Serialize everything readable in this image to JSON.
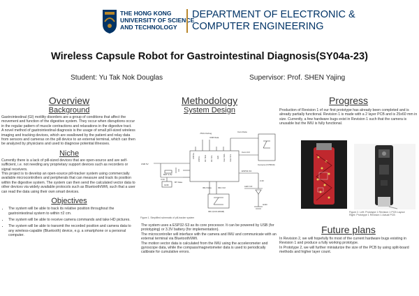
{
  "header": {
    "university_line1": "THE HONG KONG",
    "university_line2": "UNIVERSITY OF SCIENCE",
    "university_line3": "AND TECHNOLOGY",
    "department_line1": "DEPARTMENT OF ELECTRONIC &",
    "department_line2": "COMPUTER ENGINEERING"
  },
  "title": "Wireless Capsule Robot for Gastrointestinal Diagnosis(SY04a-23)",
  "student": "Student: Yu Tak Nok Douglas",
  "supervisor": "Supervisor: Prof. SHEN Yajing",
  "overview": {
    "heading": "Overview",
    "background_heading": "Background",
    "background_p1": "Gastrointestinal (GI) motility disorders are a group of conditions that affect the movement and function of the digestive system. They occur when disruptions occur in the regular pattern of muscle contractions and relaxations in the digestive tract.",
    "background_p2": "A novel method of gastrointestinal diagnosis is the usage of small pill-sized wireless imaging and tracking devices, which are swallowed by the patient and relay data from sensors and cameras on the pill device to an external terminal, which can then be analyzed by physicians and used to diagnose potential illnesses.",
    "niche_heading": "Niche",
    "niche_p1": "Currently there is a lack of pill-sized devices that are open-source and are self-sufficient, i.e. not needing any proprietary support devices such as recorders or signal receivers.",
    "niche_p2": "This project is to develop an open-source pill-tracker system using commercially available microcontrollers and peripherals that can measure and track its position within the digestive system. The system can then send the calculated vector data to other devices via widely available protocols such as Bluetooth/Wifi, such that a user can read the data using their own smart devices.",
    "objectives_heading": "Objectives",
    "objectives": [
      "The system will be able to track its relative position throughout the gastrointestinal system to within ±2 cm.",
      "The system will be able to receive camera commands and take HD pictures.",
      "The system will be able to transmit the recorded position and camera data to any wireless-capable (Bluetooth) device, e.g. a smartphone or a personal computer."
    ]
  },
  "methodology": {
    "heading": "Methodology",
    "system_design_heading": "System Design",
    "diagram_caption": "Figure 1. Simplified schematic of pill-tracker system",
    "diagram": {
      "usb_5v": "USB 5V",
      "bat": "BAT 3.3V",
      "v33": "3.3V",
      "gnd": "GND",
      "bt_data": "BT Data",
      "jtag": "JTAG Debug",
      "usb_data": "USB Data",
      "cam_data": "Cam Data",
      "cam_ctrl": "Cam Ctrl",
      "camera": "Camera (OV5640)",
      "imu_data": "IMU Data",
      "imu_ctrl": "IMU Ctrl",
      "imu": "IMU (ICM-20948)",
      "esp32": "ESP32-S3",
      "led_ctrl": "LED Ctrl",
      "pin_usb_dp": "USB D+",
      "pin_usb_dm": "USB D-",
      "pin_i2c_sda": "I2C SDA",
      "pin_i2c_scl": "I2C SCL",
      "pin_led": "LED",
      "pin_cam_sda": "Cam SDA",
      "pin_cam_scl": "Cam SCL"
    },
    "p1": "The system uses a ESP32-S3 as its core processor. It can be powered by USB (for prototyping) or 3.3V battery (for implementation).",
    "p2": "The microcontroller will interface with the camera and IMU and communicate with an external terminal via Bluetooth/Wifi.",
    "p3": "The motion vector data is calculated from the IMU using the accelerometer and gyroscope data, while the compass/magnetometer data is used to periodically calibrate for cumulative errors."
  },
  "progress": {
    "heading": "Progress",
    "p1": "Production of Revision 1 of our first prototype has already been completed and is already partially functional.  Revision 1 is made with a 2 layer PCB and is 25x60 mm in size. Currently, a few hardware bugs exist in Revision 1 such that the camera is unusable but the IMU is fully functional.",
    "figure_caption_1": "Figure 2.  Left: Prototype 1 Revision 1 PCB Layout",
    "figure_caption_2": "Right: Prototype 1 Revision 1 Actual PCB",
    "future_heading": "Future plans",
    "future_p1": "In Revision 2, we will hopefully fix most of the current hardware bugs existing in Revision 1 and produce a fully working prototype.",
    "future_p2": "In Prototype 2, we will further miniaturize the size of the PCB by using split-board methods and higher layer count."
  },
  "colors": {
    "hkust_blue": "#003366",
    "hkust_gold": "#b8862b",
    "pcb_red": "#c0282e",
    "pcb_dark": "#2a2a2a"
  }
}
